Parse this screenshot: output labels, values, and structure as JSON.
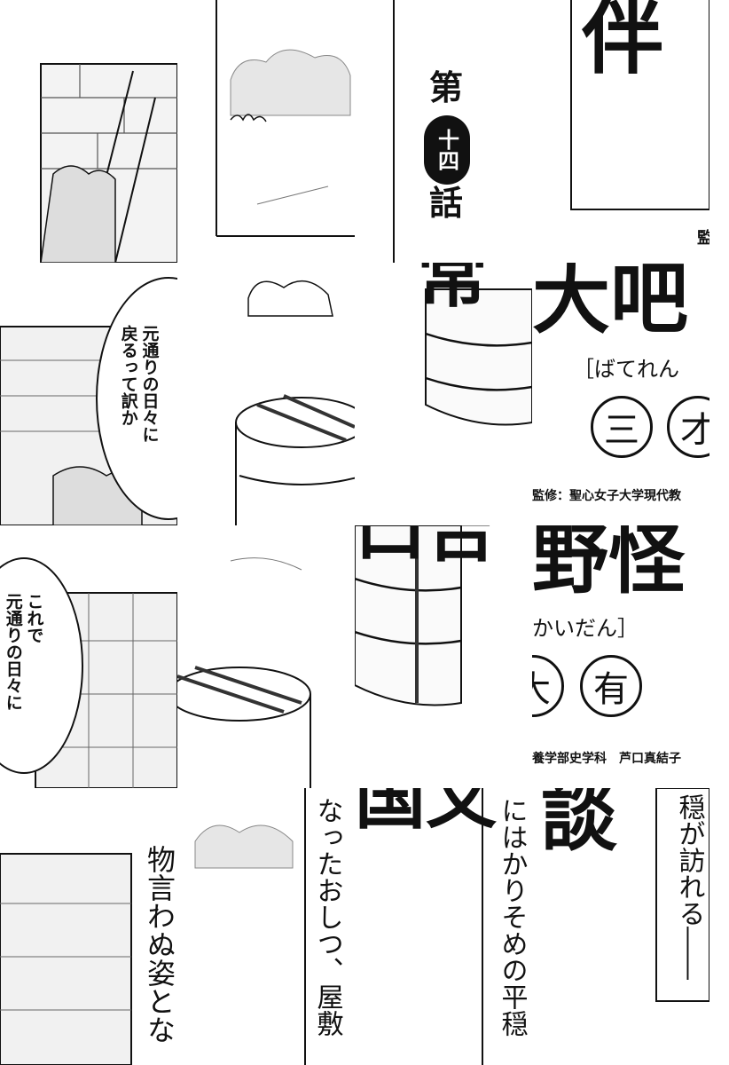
{
  "chapter": {
    "dai": "第",
    "number": "十四",
    "wa": "話"
  },
  "dialogue": {
    "bubble_top": [
      "元通りの日々に",
      "戻るって訳か"
    ],
    "bubble_mid": [
      "これで",
      "元通りの日々に"
    ]
  },
  "title_fragments": {
    "top_right": "伴",
    "row2_left": "常",
    "row2_main": "大吧",
    "ruby_1": "［ばてれん",
    "circle_1": "三",
    "circle_2": "才",
    "credit_1": "監修：聖心女子大学現代教",
    "row3_left": "口吉",
    "row3_main": "野怪",
    "ruby_2": "かいだん］",
    "circle_3": "大",
    "circle_4": "有",
    "credit_2": "養学部史学科　芦口真結子",
    "row4_left": "国又",
    "row4_main": "談",
    "corner": "監"
  },
  "narration": {
    "col_a": "物言わぬ姿とな",
    "col_b": "なったおしつ、屋敷",
    "col_c": "にはかりそめの平穏",
    "col_d": "穏が訪れる――"
  }
}
